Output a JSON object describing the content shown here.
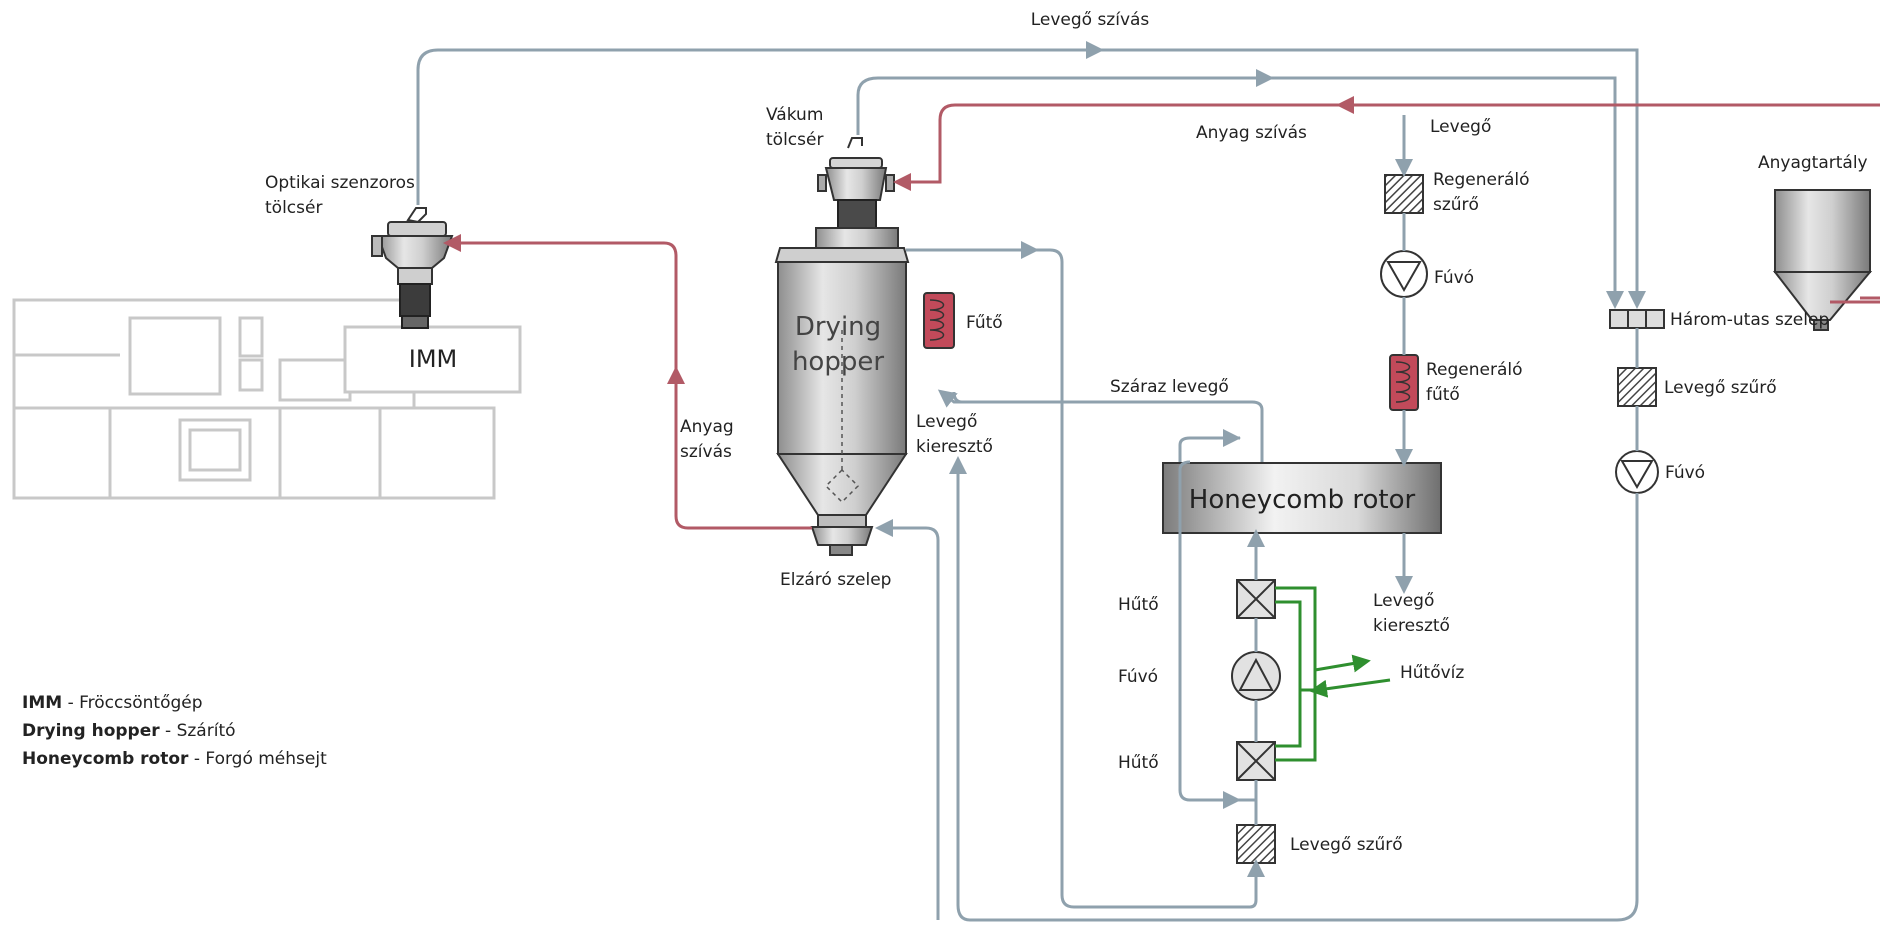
{
  "colors": {
    "air_line": "#8fa1ad",
    "material_line": "#b25a66",
    "water_line": "#2f8f2f",
    "heater": "#c24a5a",
    "equipment": "#b0b0b0"
  },
  "labels": {
    "levego_szivas": "Levegő szívás",
    "vakum_1": "Vákum",
    "vakum_2": "tölcsér",
    "anyag_szivas_top": "Anyag szívás",
    "levego_in": "Levegő",
    "regen_filter_1": "Regeneráló",
    "regen_filter_2": "szűrő",
    "anyagtartaly": "Anyagtartály",
    "optikai_1": "Optikai szenzoros",
    "optikai_2": "tölcsér",
    "futo": "Fűtő",
    "fuvo_top": "Fúvó",
    "harom_utas": "Három-utas szelep",
    "imm": "IMM",
    "drying_1": "Drying",
    "drying_2": "hopper",
    "regen_heater_1": "Regeneráló",
    "regen_heater_2": "fűtő",
    "szaraz_levego": "Száraz levegő",
    "levego_szuro_right": "Levegő szűrő",
    "anyag_szivas_left_1": "Anyag",
    "anyag_szivas_left_2": "szívás",
    "kieereszto_mid_1": "Levegő",
    "kieereszto_mid_2": "kieresztő",
    "fuvo_right": "Fúvó",
    "honeycomb": "Honeycomb rotor",
    "elzaro": "Elzáró szelep",
    "huto_top": "Hűtő",
    "kieereszto_bottom_1": "Levegő",
    "kieereszto_bottom_2": "kieresztő",
    "huto_viz": "Hűtővíz",
    "fuvo_cool": "Fúvó",
    "huto_bottom": "Hűtő",
    "levego_szuro_bottom": "Levegő szűrő"
  },
  "legend": [
    {
      "term": "IMM",
      "sep": " - ",
      "desc": "Fröccsöntőgép"
    },
    {
      "term": "Drying hopper",
      "sep": " - ",
      "desc": "Szárító"
    },
    {
      "term": "Honeycomb rotor",
      "sep": " - ",
      "desc": "Forgó méhsejt"
    }
  ]
}
